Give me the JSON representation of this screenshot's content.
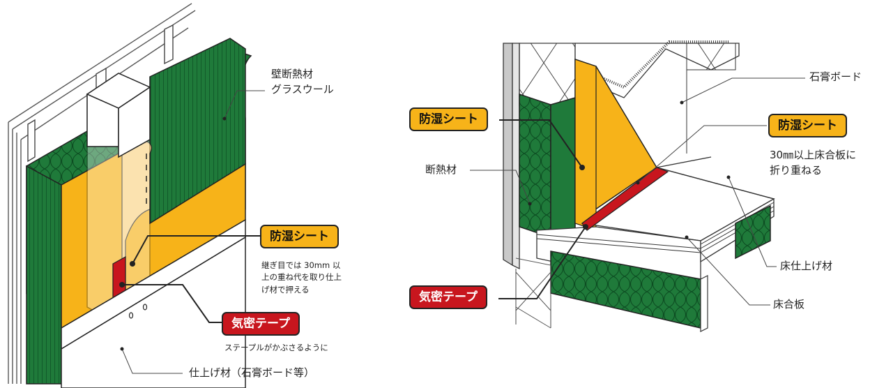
{
  "left_figure": {
    "wall_insulation_label": [
      "壁断熱材",
      "グラスウール"
    ],
    "vapor_sheet_label": "防湿シート",
    "vapor_sheet_note": [
      "継ぎ目では 30mm 以",
      "上の重ね代を取り仕上",
      "げ材で押える"
    ],
    "airtight_tape_label": "気密テープ",
    "airtight_tape_note": "ステープルがかぶさるように",
    "finish_label": "仕上げ材（石膏ボード等）"
  },
  "right_figure": {
    "gypsum_board_label": "石膏ボード",
    "vapor_sheet_label_left": "防湿シート",
    "vapor_sheet_label_right": "防湿シート",
    "vapor_sheet_note": [
      "30㎜以上床合板に",
      "折り重ねる"
    ],
    "insulation_label": "断熱材",
    "airtight_tape_label": "気密テープ",
    "floor_finish_label": "床仕上げ材",
    "subfloor_label": "床合板"
  },
  "colors": {
    "vapor_sheet": "#f7b319",
    "airtight_tape": "#c8161e",
    "insulation": "#1f7a3a",
    "line": "#222222"
  }
}
